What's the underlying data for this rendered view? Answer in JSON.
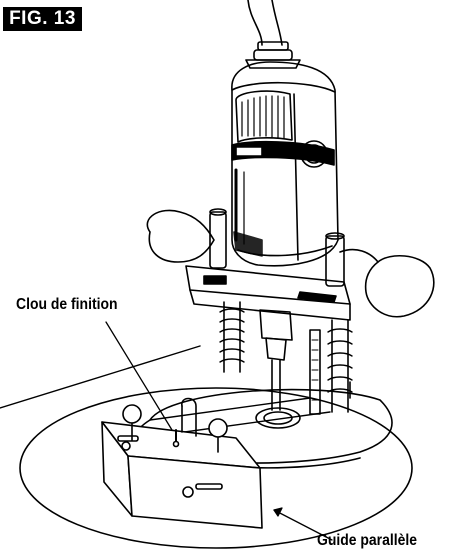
{
  "figure_label": "FIG. 13",
  "callouts": {
    "finishing_nail": "Clou de finition",
    "edge_guide": "Guide parallèle"
  },
  "colors": {
    "line": "#000000",
    "badge_bg": "#000000",
    "badge_text": "#ffffff"
  }
}
